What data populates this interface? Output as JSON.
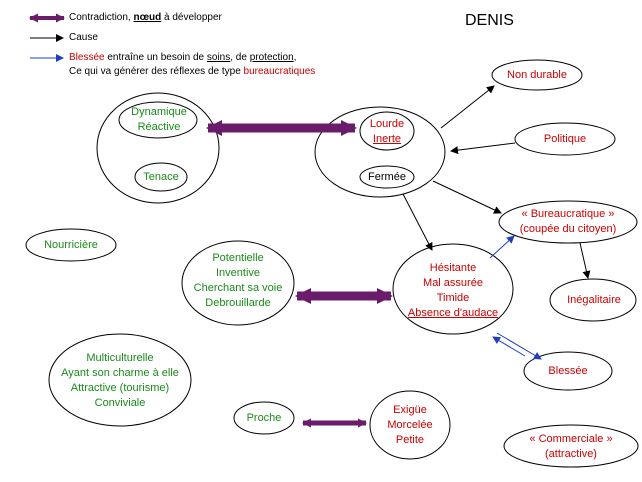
{
  "title": "DENIS",
  "colors": {
    "green": "#1a8a1a",
    "red": "#cc0000",
    "purple": "#6a1b6a",
    "blue": "#1f3fbf",
    "black": "#000000"
  },
  "legend": {
    "contradiction_pre": "Contradiction, ",
    "contradiction_bold": "nœud",
    "contradiction_post": " à développer",
    "cause": "Cause",
    "blessee_word": "Blessée",
    "blessee_mid1": " entraîne un besoin de ",
    "soins": "soins",
    "blessee_mid2": ", de ",
    "protection": "protection",
    "blessee_end": ",",
    "line2_pre": "Ce qui va générer des réflexes de type ",
    "line2_red": "bureaucratiques"
  },
  "nodes": {
    "dynamique": "Dynamique",
    "reactive": "Réactive",
    "tenace": "Tenace",
    "lourde": "Lourde",
    "inerte": "Inerte",
    "fermee": "Fermée",
    "non_durable": "Non durable",
    "politique": "Politique",
    "bureaucratique_1": "« Bureaucratique »",
    "bureaucratique_2": "(coupée du citoyen)",
    "nourriciere": "Nourricière",
    "potentielle": "Potentielle",
    "inventive": "Inventive",
    "cherchant": "Cherchant sa voie",
    "debrouillarde": "Debrouillarde",
    "hesitante": "Hésitante",
    "mal_assuree": "Mal assurée",
    "timide": "Timide",
    "absence": "Absence d'audace",
    "inegalitaire": "Inégalitaire",
    "blessee": "Blessée",
    "multiculturelle": "Multiculturelle",
    "charme": "Ayant son charme à elle",
    "attractive": "Attractive (tourisme)",
    "conviviale": "Conviviale",
    "proche": "Proche",
    "exigue": "Exigüe",
    "morcelee": "Morcelée",
    "petite": "Petite",
    "commerciale_1": "« Commerciale »",
    "commerciale_2": "(attractive)"
  }
}
